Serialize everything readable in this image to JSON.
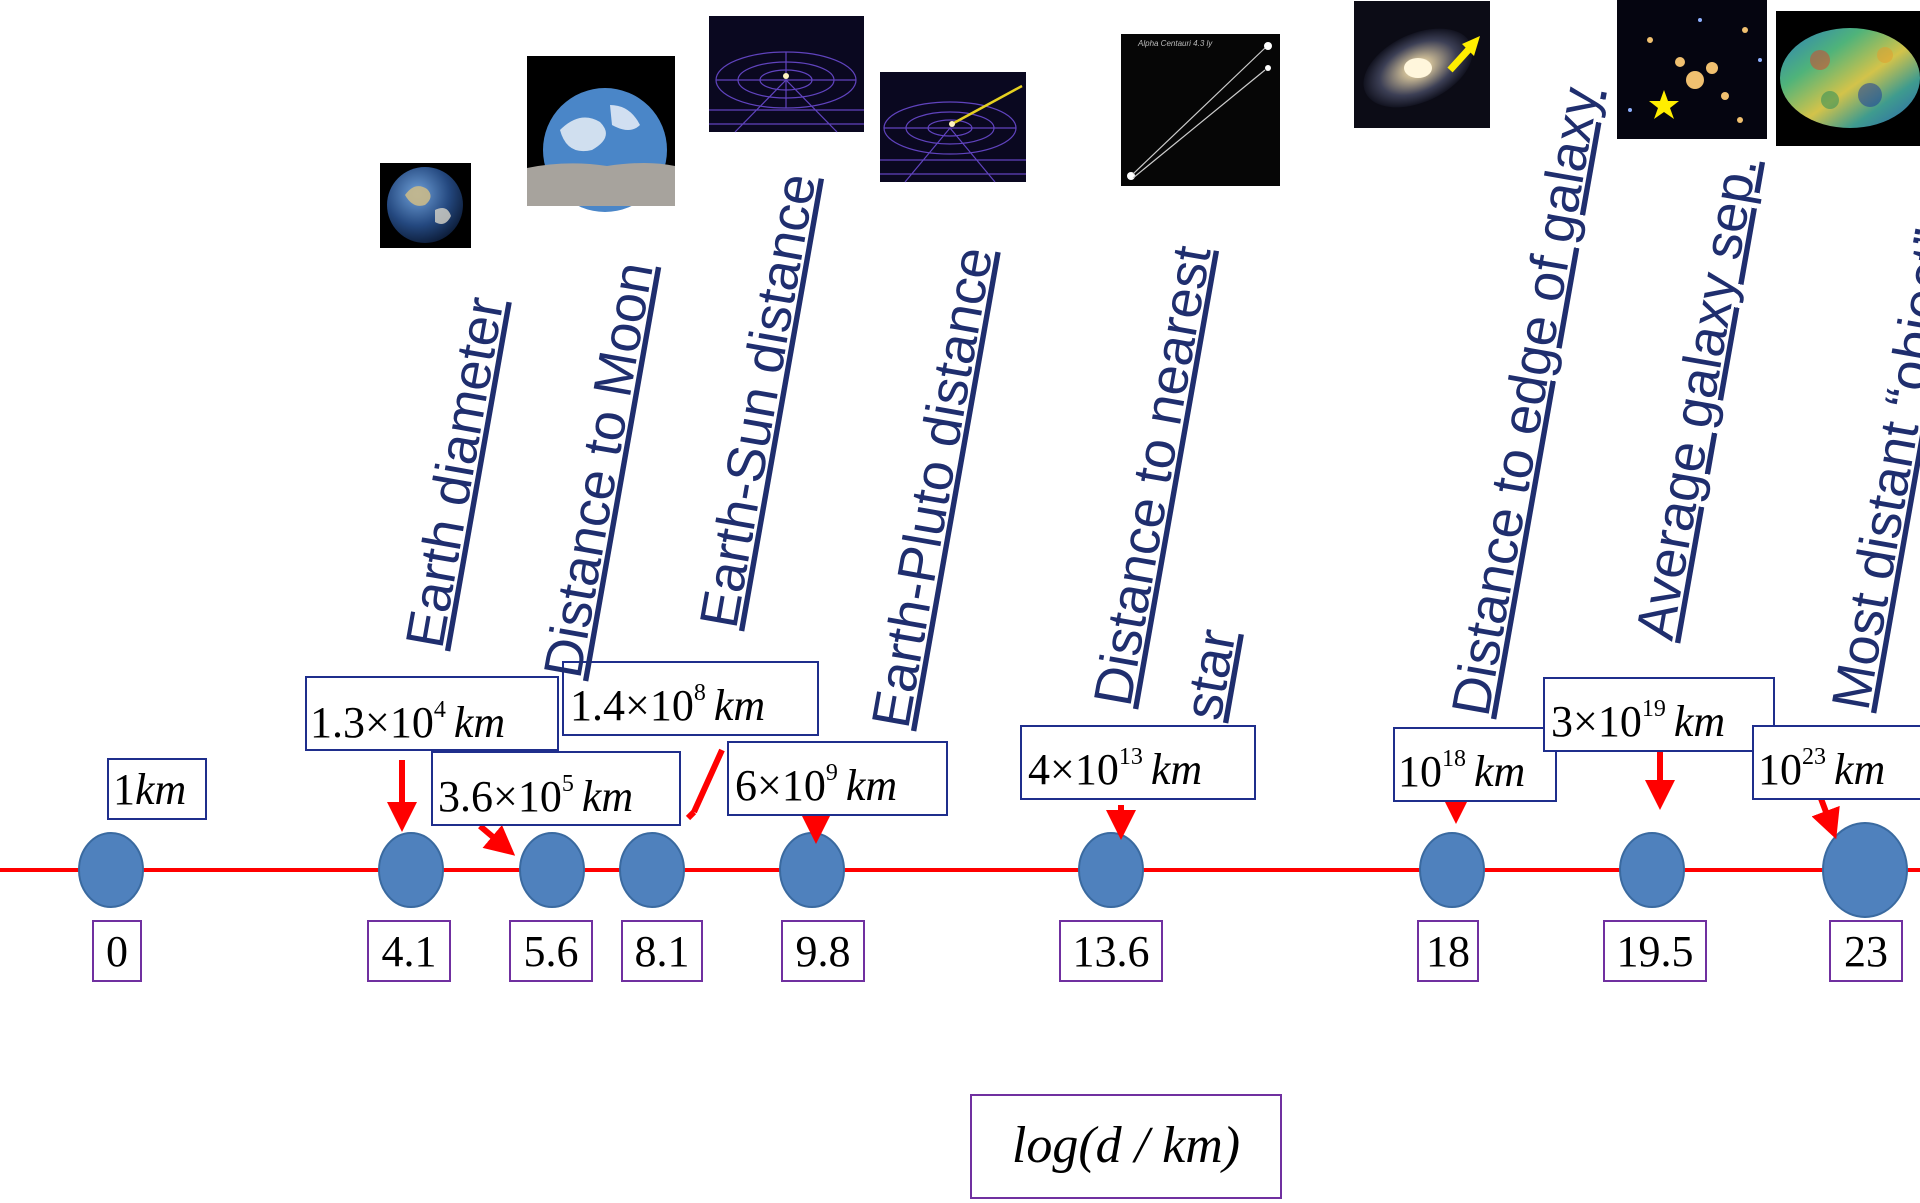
{
  "axis_label": "log(d / km)",
  "colors": {
    "line": "#ff0000",
    "dot": "#4f81bd",
    "dot_stroke": "#3a6aa0",
    "label_text": "#1f2e6e",
    "box_border_blue": "#1f2e8c",
    "box_border_purple": "#7030a0"
  },
  "ticks": [
    "0",
    "4.1",
    "5.6",
    "8.1",
    "9.8",
    "13.6",
    "18",
    "19.5",
    "23"
  ],
  "distances": [
    {
      "mantissa": "",
      "exp": "",
      "base": "1",
      "unit": "km"
    },
    {
      "mantissa": "1.3×10",
      "exp": "4",
      "unit": "km"
    },
    {
      "mantissa": "3.6×10",
      "exp": "5",
      "unit": "km"
    },
    {
      "mantissa": "1.4×10",
      "exp": "8",
      "unit": "km"
    },
    {
      "mantissa": "6×10",
      "exp": "9",
      "unit": "km"
    },
    {
      "mantissa": "4×10",
      "exp": "13",
      "unit": "km"
    },
    {
      "mantissa": "10",
      "exp": "18",
      "unit": "km"
    },
    {
      "mantissa": "3×10",
      "exp": "19",
      "unit": "km"
    },
    {
      "mantissa": "10",
      "exp": "23",
      "unit": "km"
    }
  ],
  "labels": [
    {
      "lines": [
        "Earth diameter"
      ]
    },
    {
      "lines": [
        "Distance to Moon"
      ]
    },
    {
      "lines": [
        "Earth-Sun distance"
      ]
    },
    {
      "lines": [
        "Earth-Pluto distance"
      ]
    },
    {
      "lines": [
        "Distance to nearest",
        "star"
      ]
    },
    {
      "lines": [
        "Distance to edge of galaxy"
      ]
    },
    {
      "lines": [
        "Average galaxy sep."
      ]
    },
    {
      "lines": [
        "Most distant “object”"
      ]
    }
  ],
  "images": [
    {
      "icon": "earth-globe-icon"
    },
    {
      "icon": "earthrise-moon-icon"
    },
    {
      "icon": "solar-orbit-grid-icon"
    },
    {
      "icon": "pluto-orbit-grid-icon"
    },
    {
      "icon": "alpha-centauri-icon",
      "caption": "Alpha Centauri 4.3 ly"
    },
    {
      "icon": "spiral-galaxy-icon"
    },
    {
      "icon": "galaxy-cluster-icon"
    },
    {
      "icon": "cmb-map-icon"
    }
  ]
}
